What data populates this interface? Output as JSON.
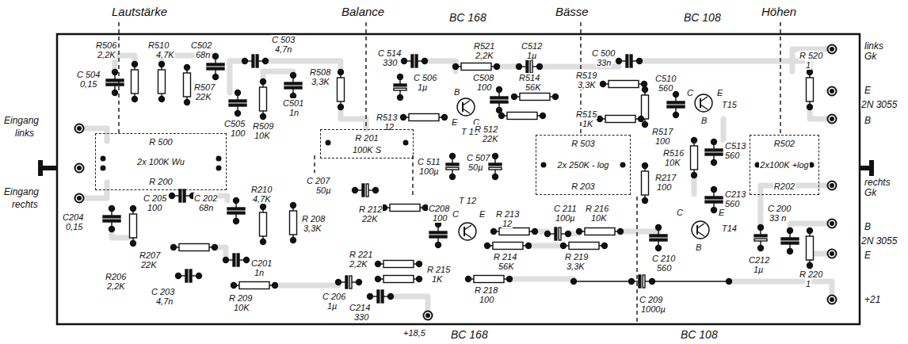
{
  "diagram": {
    "nodes": [
      {
        "text": [
          "R 500",
          "2x 100K Wu",
          "R 200"
        ]
      },
      {
        "text": [
          "R 201",
          "100K S"
        ]
      },
      {
        "text": [
          "R 503",
          "2x 250K - log",
          "R 203"
        ]
      },
      {
        "text": [
          "R502",
          "2x100K +log",
          "R202"
        ]
      }
    ],
    "labels": [
      "Lautstärke",
      "Balance",
      "BC 168",
      "Bässe",
      "BC 108",
      "Höhen",
      "links",
      "Gk",
      "E",
      "2N 3055",
      "B",
      "Eingang",
      "links",
      "R506",
      "2,2K",
      "R510",
      "4,7K",
      "C502",
      "68n",
      "C 503",
      "4,7n",
      "C 504",
      "0,15",
      "R507",
      "22K",
      "R508",
      "3,3K",
      "C501",
      "1n",
      "C505",
      "100",
      "R509",
      "10K",
      "C 514",
      "330",
      "R521",
      "2,2K",
      "C512",
      "1µ",
      "C 500",
      "33n",
      "C 506",
      "1µ",
      "C508",
      "100",
      "R514",
      "56K",
      "R519",
      "3,3K",
      "C510",
      "560",
      "B",
      "R513",
      "12",
      "E",
      "C",
      "T 13",
      "R 512",
      "22K",
      "R515",
      "1K",
      "C",
      "E",
      "T15",
      "B",
      "R517",
      "100",
      "C 511",
      "100µ",
      "C 507",
      "50µ",
      "R516",
      "10K",
      "C513",
      "560",
      "R217",
      "100",
      "C213",
      "560",
      "rechts",
      "Gk",
      "B",
      "2N 3055",
      "E",
      "Eingang",
      "rechts",
      "C204",
      "0,15",
      "C 205",
      "100",
      "C 202",
      "68n",
      "R210",
      "4,7K",
      "R 208",
      "3,3K",
      "C 207",
      "50µ",
      "R 212",
      "22K",
      "C208",
      "100",
      "C",
      "E",
      "T 12",
      "R 213",
      "12",
      "C 211",
      "100µ",
      "R 216",
      "10K",
      "C",
      "E",
      "T14",
      "B",
      "C 200",
      "33 n",
      "R207",
      "22K",
      "R 221",
      "2,2K",
      "R 215",
      "1K",
      "R 214",
      "56K",
      "R 219",
      "3,3K",
      "C201",
      "1n",
      "C 210",
      "560",
      "C212",
      "1µ",
      "R206",
      "2,2K",
      "C 203",
      "4,7n",
      "R 209",
      "10K",
      "C 206",
      "1µ",
      "R 218",
      "100",
      "C 209",
      "1000µ",
      "R 220",
      "1",
      "R 520",
      "1",
      "C214",
      "330",
      "+18,5",
      "BC 168",
      "BC 108",
      "+21"
    ]
  }
}
